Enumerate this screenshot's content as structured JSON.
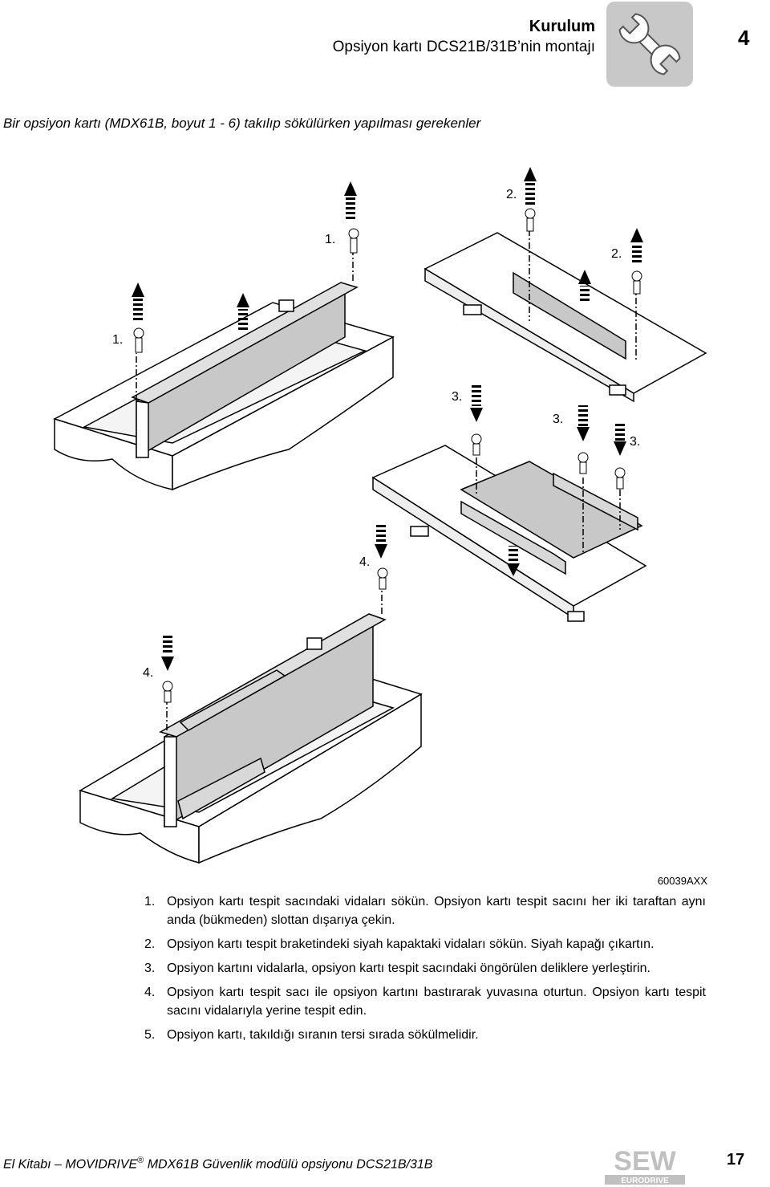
{
  "header": {
    "title": "Kurulum",
    "subtitle": "Opsiyon kartı DCS21B/31B’nin montajı",
    "chapter_number": "4",
    "chapter_icon": "wrench-icon"
  },
  "section_heading": "Bir opsiyon kartı (MDX61B, boyut 1 - 6) takılıp sökülürken yapılması gerekenler",
  "figure": {
    "step_labels": {
      "s1": "1.",
      "s2": "2.",
      "s3": "3.",
      "s4": "4."
    },
    "code": "60039AXX"
  },
  "steps": [
    {
      "num": "1.",
      "text": "Opsiyon kartı tespit sacındaki vidaları sökün. Opsiyon kartı tespit sacını her iki taraftan aynı anda (bükmeden) slottan dışarıya çekin."
    },
    {
      "num": "2.",
      "text": "Opsiyon kartı tespit braketindeki siyah kapaktaki vidaları sökün. Siyah kapağı çıkartın."
    },
    {
      "num": "3.",
      "text": "Opsiyon kartını vidalarla, opsiyon kartı tespit sacındaki öngörülen deliklere yerleştirin."
    },
    {
      "num": "4.",
      "text": "Opsiyon kartı tespit sacı ile opsiyon kartını bastırarak yuvasına oturtun. Opsiyon kartı tespit sacını vidalarıyla yerine tespit edin."
    },
    {
      "num": "5.",
      "text": "Opsiyon kartı, takıldığı sıranın tersi sırada sökülmelidir."
    }
  ],
  "footer": {
    "text_before": "El Kitabı – MOVIDRIVE",
    "registered": "®",
    "text_after": " MDX61B Güvenlik modülü opsiyonu DCS21B/31B",
    "page_number": "17",
    "logo_top": "SEW",
    "logo_bottom": "EURODRIVE"
  }
}
